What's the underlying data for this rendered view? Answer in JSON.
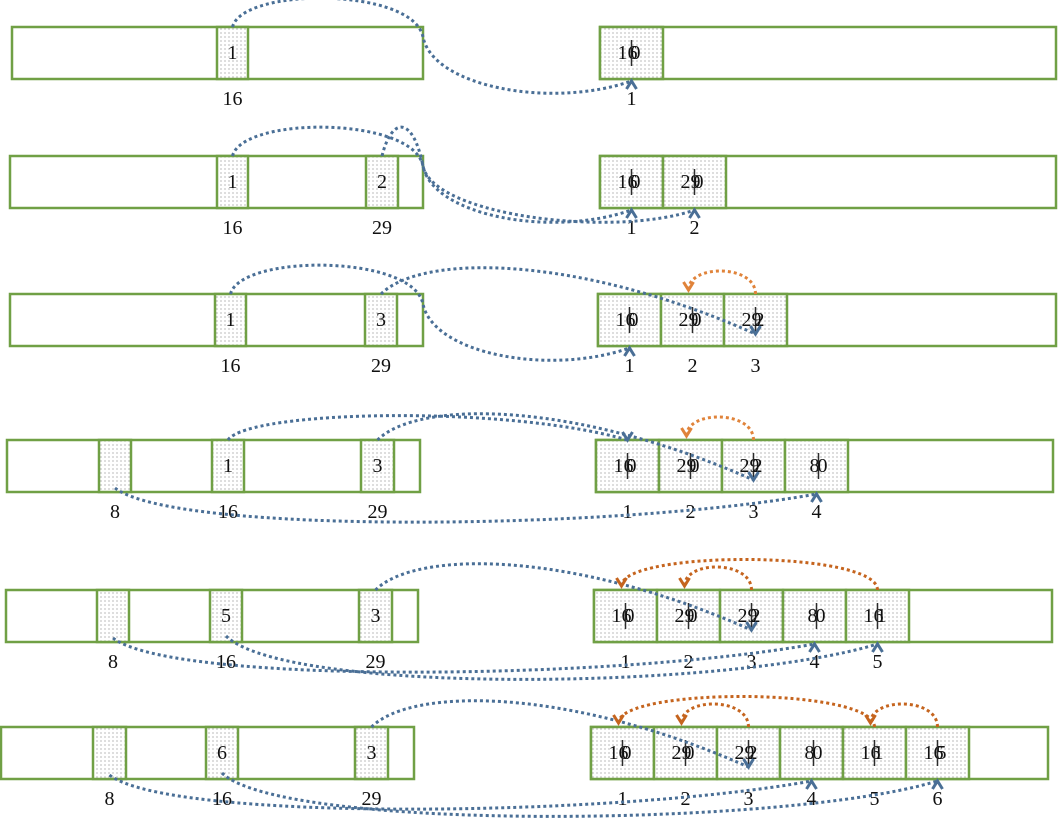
{
  "title": "Hash-chained insertion steps",
  "colors": {
    "box_stroke": "#70a045",
    "blue_arrow": "#4a6f96",
    "orange_arrow": "#e0833a",
    "dark_orange_arrow": "#c5641e"
  },
  "steps": [
    {
      "hash_cells": [
        {
          "bucket": "16",
          "value": "1"
        }
      ],
      "entries": [
        {
          "key": "16",
          "link": "0",
          "index": "1"
        }
      ],
      "blue_links": [
        {
          "from_bucket": "16",
          "to_entry": 1
        }
      ],
      "chain_links": []
    },
    {
      "hash_cells": [
        {
          "bucket": "16",
          "value": "1"
        },
        {
          "bucket": "29",
          "value": "2"
        }
      ],
      "entries": [
        {
          "key": "16",
          "link": "0",
          "index": "1"
        },
        {
          "key": "29",
          "link": "0",
          "index": "2"
        }
      ],
      "blue_links": [
        {
          "from_bucket": "16",
          "to_entry": 1
        },
        {
          "from_bucket": "29",
          "to_entry": 2
        }
      ],
      "chain_links": []
    },
    {
      "hash_cells": [
        {
          "bucket": "16",
          "value": "1"
        },
        {
          "bucket": "29",
          "value": "3"
        }
      ],
      "entries": [
        {
          "key": "16",
          "link": "0",
          "index": "1"
        },
        {
          "key": "29",
          "link": "0",
          "index": "2"
        },
        {
          "key": "29",
          "link": "2",
          "index": "3"
        }
      ],
      "blue_links": [
        {
          "from_bucket": "16",
          "to_entry": 1
        },
        {
          "from_bucket": "29",
          "to_entry": 3
        }
      ],
      "chain_links": [
        {
          "from_entry": 3,
          "to_entry": 2
        }
      ]
    },
    {
      "hash_cells": [
        {
          "bucket": "8",
          "value": ""
        },
        {
          "bucket": "16",
          "value": "1"
        },
        {
          "bucket": "29",
          "value": "3"
        }
      ],
      "entries": [
        {
          "key": "16",
          "link": "0",
          "index": "1"
        },
        {
          "key": "29",
          "link": "0",
          "index": "2"
        },
        {
          "key": "29",
          "link": "2",
          "index": "3"
        },
        {
          "key": "8",
          "link": "0",
          "index": "4"
        }
      ],
      "blue_links": [
        {
          "from_bucket": "16",
          "to_entry": 1
        },
        {
          "from_bucket": "29",
          "to_entry": 3
        },
        {
          "from_bucket": "8",
          "to_entry": 4
        }
      ],
      "chain_links": [
        {
          "from_entry": 3,
          "to_entry": 2
        }
      ]
    },
    {
      "hash_cells": [
        {
          "bucket": "8",
          "value": ""
        },
        {
          "bucket": "16",
          "value": "5"
        },
        {
          "bucket": "29",
          "value": "3"
        }
      ],
      "entries": [
        {
          "key": "16",
          "link": "0",
          "index": "1"
        },
        {
          "key": "29",
          "link": "0",
          "index": "2"
        },
        {
          "key": "29",
          "link": "2",
          "index": "3"
        },
        {
          "key": "8",
          "link": "0",
          "index": "4"
        },
        {
          "key": "16",
          "link": "1",
          "index": "5"
        }
      ],
      "blue_links": [
        {
          "from_bucket": "29",
          "to_entry": 3
        },
        {
          "from_bucket": "8",
          "to_entry": 4
        },
        {
          "from_bucket": "16",
          "to_entry": 5
        }
      ],
      "chain_links": [
        {
          "from_entry": 3,
          "to_entry": 2
        },
        {
          "from_entry": 5,
          "to_entry": 1
        }
      ]
    },
    {
      "hash_cells": [
        {
          "bucket": "8",
          "value": ""
        },
        {
          "bucket": "16",
          "value": "6"
        },
        {
          "bucket": "29",
          "value": "3"
        }
      ],
      "entries": [
        {
          "key": "16",
          "link": "0",
          "index": "1"
        },
        {
          "key": "29",
          "link": "0",
          "index": "2"
        },
        {
          "key": "29",
          "link": "2",
          "index": "3"
        },
        {
          "key": "8",
          "link": "0",
          "index": "4"
        },
        {
          "key": "16",
          "link": "1",
          "index": "5"
        },
        {
          "key": "16",
          "link": "5",
          "index": "6"
        }
      ],
      "blue_links": [
        {
          "from_bucket": "29",
          "to_entry": 3
        },
        {
          "from_bucket": "8",
          "to_entry": 4
        },
        {
          "from_bucket": "16",
          "to_entry": 6
        }
      ],
      "chain_links": [
        {
          "from_entry": 3,
          "to_entry": 2
        },
        {
          "from_entry": 5,
          "to_entry": 1
        },
        {
          "from_entry": 6,
          "to_entry": 5
        }
      ]
    }
  ]
}
